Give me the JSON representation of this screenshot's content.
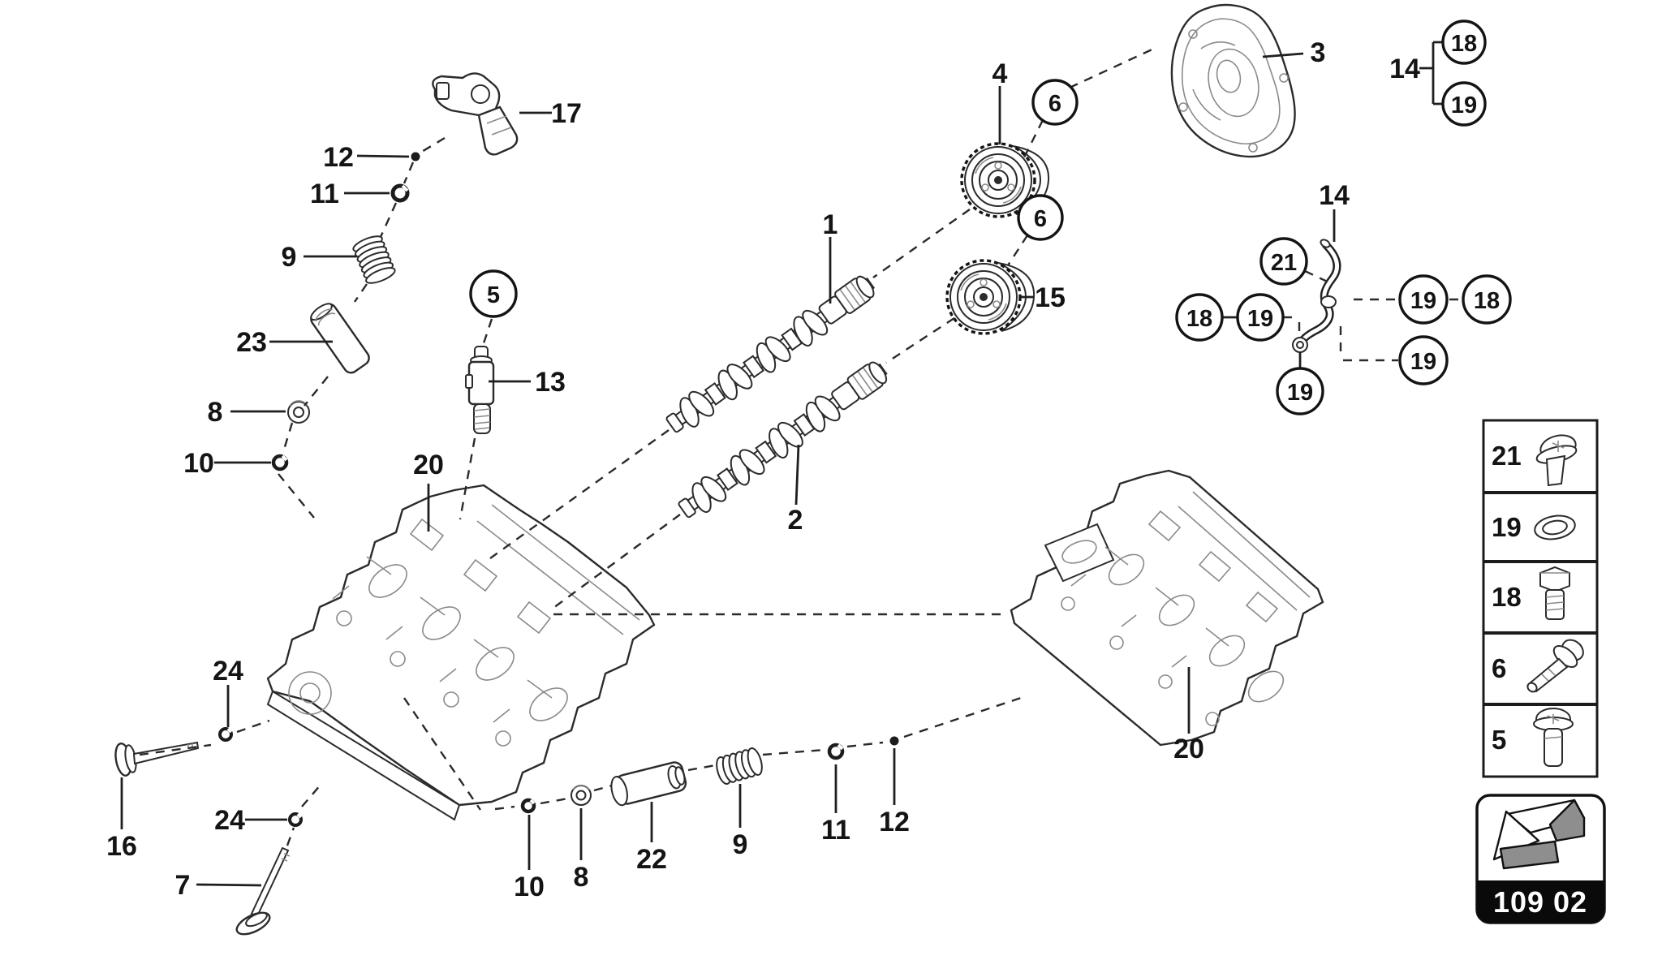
{
  "diagram": {
    "type": "exploded-parts-diagram",
    "subject": "cylinder head and valve train",
    "nums": {
      "n1": "1",
      "n2": "2",
      "n3": "3",
      "n4": "4",
      "n5": "5",
      "n6": "6",
      "n7": "7",
      "n8": "8",
      "n9": "9",
      "n10": "10",
      "n11": "11",
      "n12": "12",
      "n13": "13",
      "n14": "14",
      "n15": "15",
      "n16": "16",
      "n17": "17",
      "n18": "18",
      "n19": "19",
      "n20": "20",
      "n21": "21",
      "n22": "22",
      "n23": "23",
      "n24": "24"
    }
  },
  "legend": {
    "items": [
      {
        "num": "21",
        "icon": "torx-flange-screw"
      },
      {
        "num": "19",
        "icon": "seal-ring"
      },
      {
        "num": "18",
        "icon": "hex-plug-bolt"
      },
      {
        "num": "6",
        "icon": "flange-bolt"
      },
      {
        "num": "5",
        "icon": "pan-head-screw"
      }
    ]
  },
  "badge": {
    "code": "109 02",
    "icon": "section-arrow"
  }
}
